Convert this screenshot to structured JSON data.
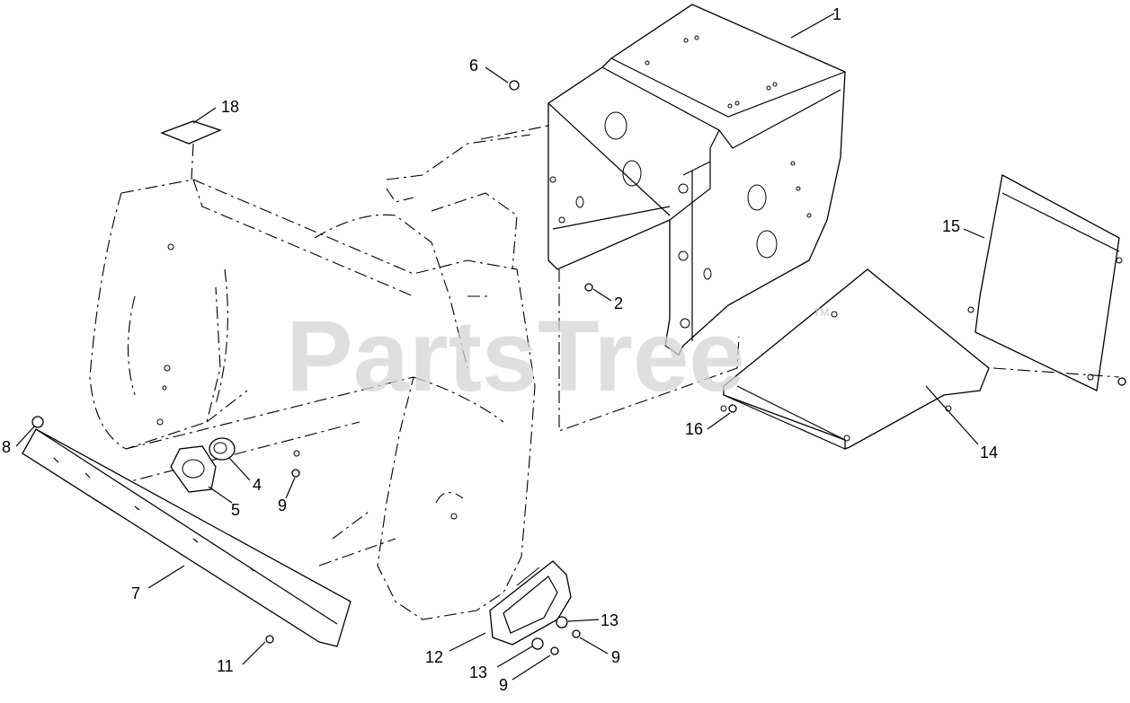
{
  "watermark": {
    "text": "PartsTree",
    "trademark": "TM"
  },
  "callouts": [
    {
      "id": "c1",
      "label": "1"
    },
    {
      "id": "c2",
      "label": "2"
    },
    {
      "id": "c4",
      "label": "4"
    },
    {
      "id": "c5",
      "label": "5"
    },
    {
      "id": "c6",
      "label": "6"
    },
    {
      "id": "c7",
      "label": "7"
    },
    {
      "id": "c8",
      "label": "8"
    },
    {
      "id": "c9a",
      "label": "9"
    },
    {
      "id": "c9b",
      "label": "9"
    },
    {
      "id": "c9c",
      "label": "9"
    },
    {
      "id": "c11",
      "label": "11"
    },
    {
      "id": "c12",
      "label": "12"
    },
    {
      "id": "c13a",
      "label": "13"
    },
    {
      "id": "c13b",
      "label": "13"
    },
    {
      "id": "c14",
      "label": "14"
    },
    {
      "id": "c15",
      "label": "15"
    },
    {
      "id": "c16",
      "label": "16"
    },
    {
      "id": "c18",
      "label": "18"
    }
  ],
  "colors": {
    "line": "#000000",
    "background": "#ffffff",
    "watermark": "#d4d4d4"
  }
}
